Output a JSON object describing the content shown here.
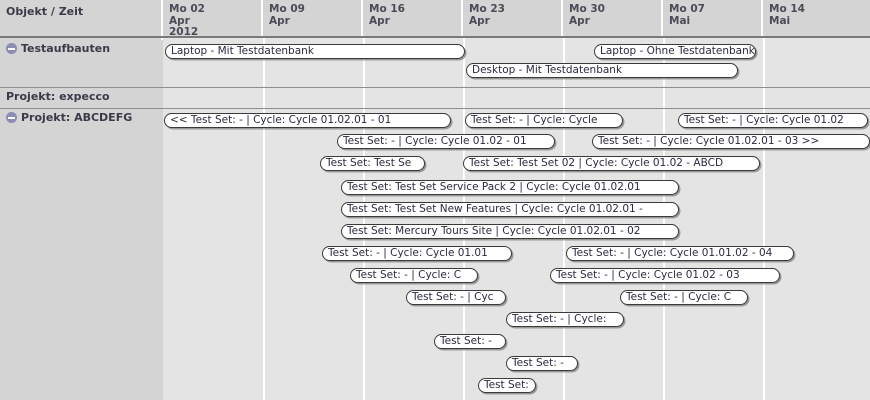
{
  "header": {
    "label_column": "Objekt / Zeit",
    "columns": [
      {
        "dow": "Mo 02",
        "month": "Apr",
        "year": "2012"
      },
      {
        "dow": "Mo 09",
        "month": "Apr",
        "year": ""
      },
      {
        "dow": "Mo 16",
        "month": "Apr",
        "year": ""
      },
      {
        "dow": "Mo 23",
        "month": "Apr",
        "year": ""
      },
      {
        "dow": "Mo 30",
        "month": "Apr",
        "year": ""
      },
      {
        "dow": "Mo 07",
        "month": "Mai",
        "year": ""
      },
      {
        "dow": "Mo 14",
        "month": "Mai",
        "year": ""
      }
    ]
  },
  "sections": [
    {
      "label": "Testaufbauten",
      "collapsible": true
    },
    {
      "label": "Projekt: expecco",
      "collapsible": false
    },
    {
      "label": "Projekt: ABCDEFG",
      "collapsible": true
    }
  ],
  "bars": [
    {
      "label": "Laptop - Mit Testdatenbank"
    },
    {
      "label": "Laptop - Ohne Testdatenbank"
    },
    {
      "label": "Desktop - Mit Testdatenbank"
    },
    {
      "label": "<< Test Set: - | Cycle: Cycle 01.02.01 - 01"
    },
    {
      "label": "Test Set: - | Cycle: Cycle"
    },
    {
      "label": "Test Set: - | Cycle: Cycle 01.02"
    },
    {
      "label": "Test Set: - | Cycle: Cycle 01.02 - 01"
    },
    {
      "label": "Test Set: - | Cycle: Cycle 01.02.01 - 03      >>"
    },
    {
      "label": "Test Set: Test Se"
    },
    {
      "label": "Test Set: Test Set 02 | Cycle: Cycle 01.02 - ABCD"
    },
    {
      "label": "Test Set: Test Set Service Pack 2 | Cycle: Cycle 01.02.01"
    },
    {
      "label": "Test Set: Test Set New Features | Cycle: Cycle 01.02.01 -"
    },
    {
      "label": "Test Set: Mercury Tours Site | Cycle: Cycle 01.02.01 - 02"
    },
    {
      "label": "Test Set: - | Cycle: Cycle 01.01"
    },
    {
      "label": "Test Set: - | Cycle: Cycle 01.01.02 - 04"
    },
    {
      "label": "Test Set: - | Cycle: C"
    },
    {
      "label": "Test Set: - | Cycle: Cycle 01.02 - 03"
    },
    {
      "label": "Test Set: - | Cyc"
    },
    {
      "label": "Test Set: - | Cycle: C"
    },
    {
      "label": "Test Set: - | Cycle:"
    },
    {
      "label": "Test Set: -"
    },
    {
      "label": "Test Set: -"
    },
    {
      "label": "Test Set:"
    }
  ],
  "colors": {
    "header_bg": "#d4d4d4",
    "grid_bg": "#e4e4e4",
    "bar_bg": "#ffffff",
    "bar_border": "#3a3a3a",
    "toggle": "#8c8cb4",
    "text": "#2b2b40"
  }
}
